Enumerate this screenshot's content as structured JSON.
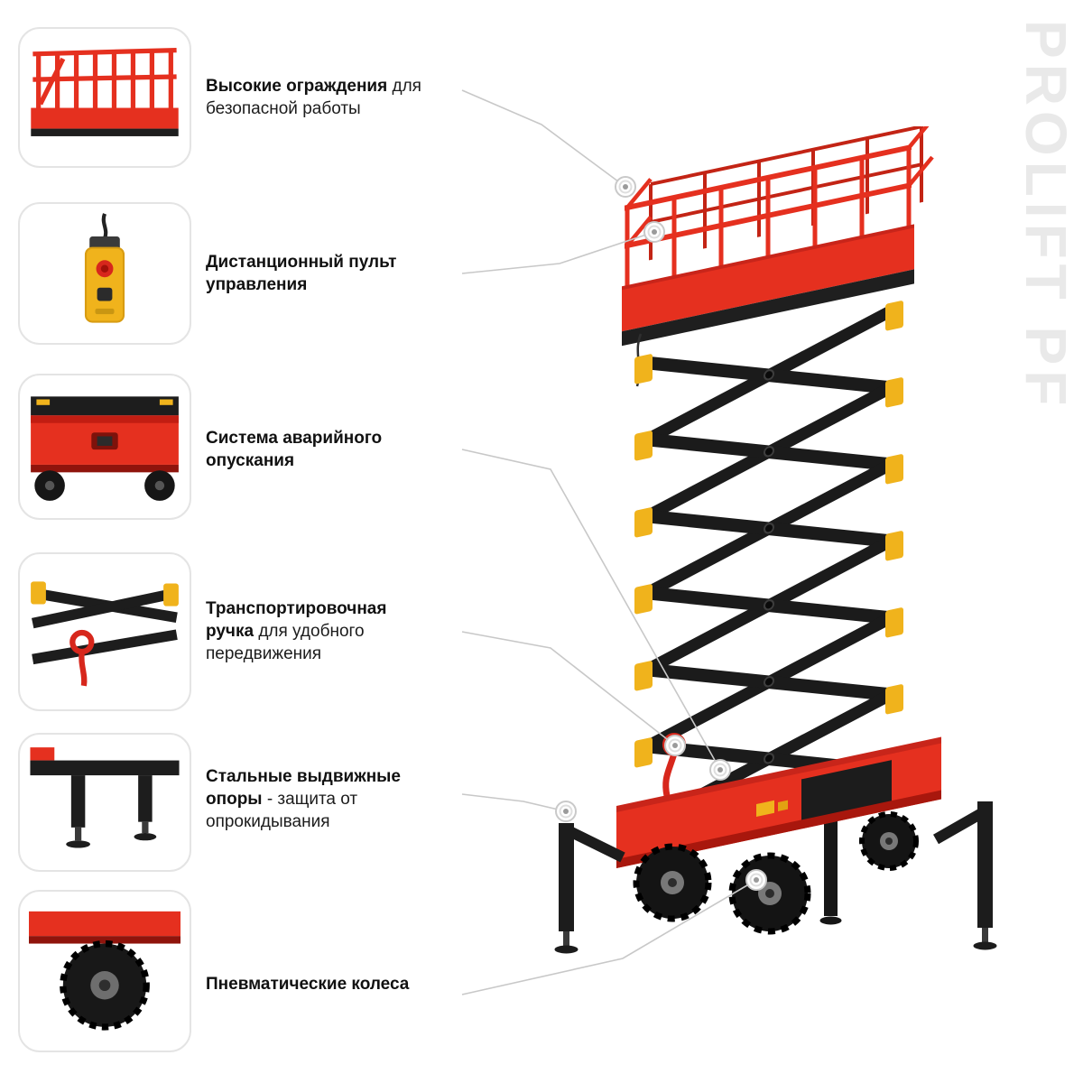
{
  "watermark": "PROLIFT PF",
  "colors": {
    "accent_red": "#e5301f",
    "accent_yellow": "#f0b31c",
    "frame_black": "#1c1c1c",
    "leader_gray": "#c8c8c8",
    "card_border": "#e4e4e4",
    "watermark_gray": "#e9e9e9"
  },
  "features": [
    {
      "title": "Высокие ограждения",
      "description": "для безопасной работы"
    },
    {
      "title": "Дистанционный пульт управления",
      "description": ""
    },
    {
      "title": "Система аварийного опускания",
      "description": ""
    },
    {
      "title": "Транспортировочная ручка",
      "description": "для удобного передвижения"
    },
    {
      "title": "Стальные выдвижные опоры",
      "description": "- защита от опрокидывания"
    },
    {
      "title": "Пневматические колеса",
      "description": ""
    }
  ]
}
